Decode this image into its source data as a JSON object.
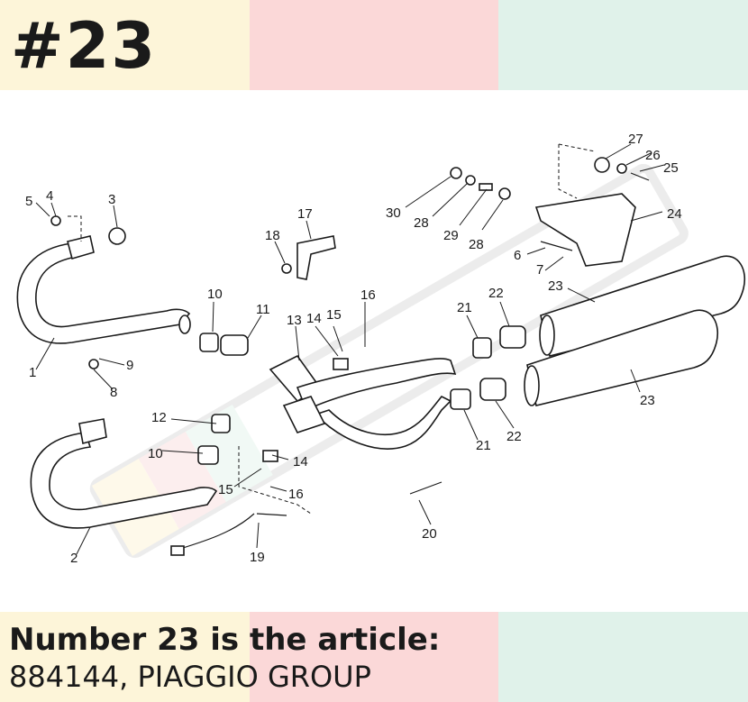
{
  "header": {
    "title": "#23"
  },
  "footer": {
    "line1": "Number 23 is the article:",
    "line2": "884144, PIAGGIO GROUP"
  },
  "diagram": {
    "callouts": [
      "1",
      "2",
      "3",
      "4",
      "5",
      "6",
      "7",
      "8",
      "9",
      "10",
      "10",
      "11",
      "12",
      "13",
      "14",
      "14",
      "15",
      "15",
      "16",
      "16",
      "17",
      "18",
      "19",
      "20",
      "21",
      "21",
      "22",
      "22",
      "23",
      "23",
      "24",
      "25",
      "26",
      "27",
      "28",
      "28",
      "29",
      "30"
    ],
    "watermark": "moto-diagram watermark"
  }
}
